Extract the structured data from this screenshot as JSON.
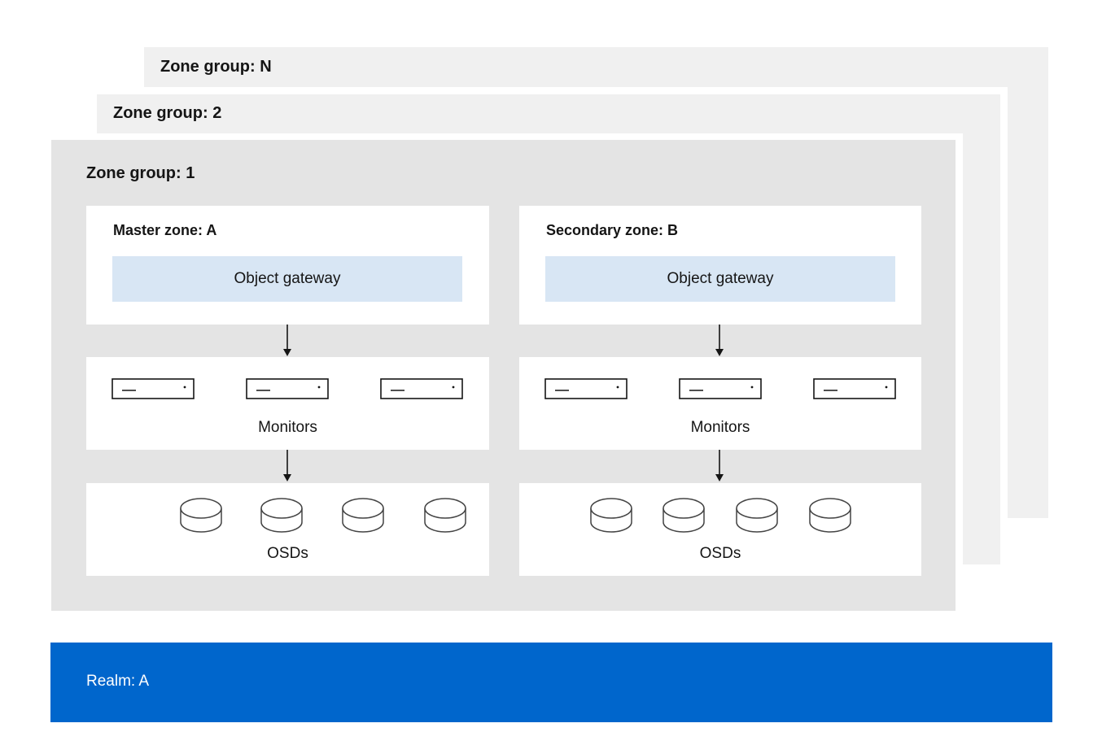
{
  "zone_groups": {
    "n": {
      "title": "Zone group: N"
    },
    "two": {
      "title": "Zone group: 2"
    },
    "one": {
      "title": "Zone group: 1"
    }
  },
  "zones": {
    "a": {
      "title": "Master zone: A",
      "gateway_label": "Object gateway",
      "monitors_label": "Monitors",
      "osds_label": "OSDs"
    },
    "b": {
      "title": "Secondary zone: B",
      "gateway_label": "Object gateway",
      "monitors_label": "Monitors",
      "osds_label": "OSDs"
    }
  },
  "realm": {
    "label": "Realm: A"
  },
  "colors": {
    "realm": "#0066cc",
    "gateway": "#d8e6f4",
    "zone_group_back": "#f0f0f0",
    "zone_group_main": "#e4e4e4"
  },
  "icons": {
    "monitor": "server-icon",
    "osd": "disk-icon",
    "flow": "arrow-down-icon"
  }
}
